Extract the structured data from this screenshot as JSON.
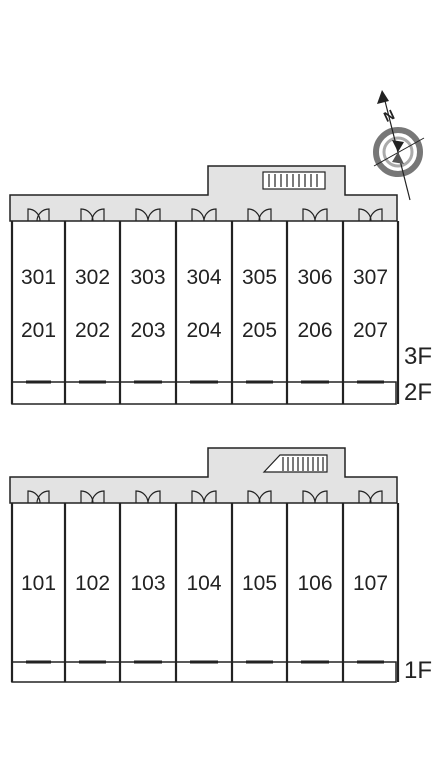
{
  "compass": {
    "label": "N"
  },
  "upper_block": {
    "floor_labels": [
      "3F",
      "2F"
    ],
    "rows": [
      [
        "301",
        "302",
        "303",
        "304",
        "305",
        "306",
        "307"
      ],
      [
        "201",
        "202",
        "203",
        "204",
        "205",
        "206",
        "207"
      ]
    ]
  },
  "lower_block": {
    "floor_labels": [
      "1F"
    ],
    "rows": [
      [
        "101",
        "102",
        "103",
        "104",
        "105",
        "106",
        "107"
      ]
    ]
  },
  "colors": {
    "corridor": "#e3e3e3",
    "line": "#222222"
  }
}
